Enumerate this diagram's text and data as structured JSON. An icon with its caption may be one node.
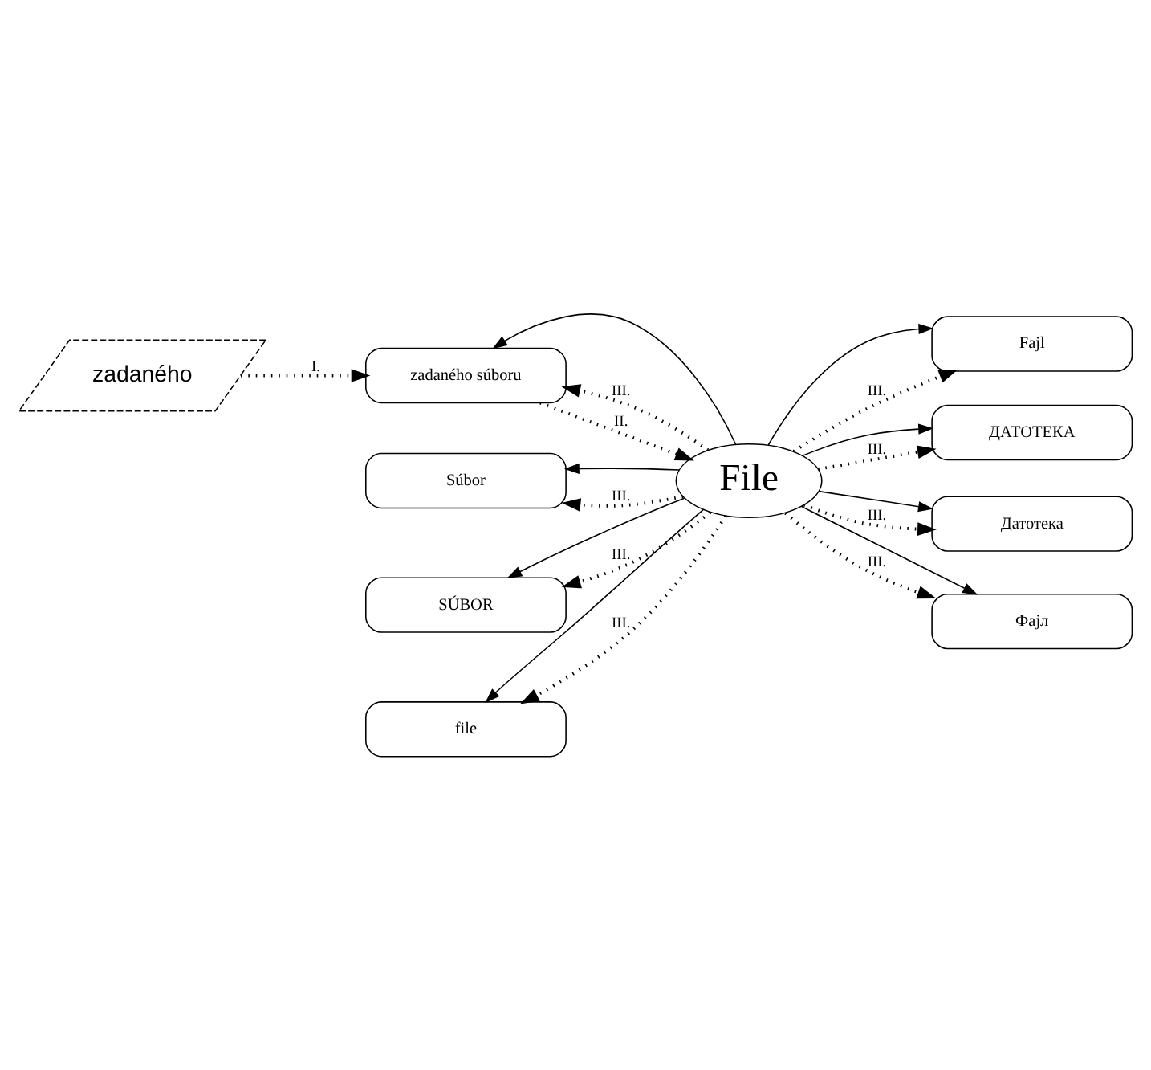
{
  "diagram": {
    "nodes": [
      {
        "text": [
          "zadaného"
        ]
      },
      {
        "text": [
          "File"
        ]
      },
      {
        "text": [
          "Súbor"
        ]
      },
      {
        "text": [
          "SÚBOR"
        ]
      },
      {
        "text": [
          "zadaného súboru"
        ]
      },
      {
        "text": [
          "file"
        ]
      },
      {
        "text": [
          "Fajl"
        ]
      },
      {
        "text": [
          "ДАТОТЕКА"
        ]
      },
      {
        "text": [
          "Датотека"
        ]
      },
      {
        "text": [
          "Фајл"
        ]
      }
    ],
    "edges": [
      {
        "from": 1,
        "to": 2,
        "arrow": "to"
      },
      {
        "from": 1,
        "to": 3,
        "arrow": "to"
      },
      {
        "from": 1,
        "to": 4,
        "arrow": "to"
      },
      {
        "from": 1,
        "to": 5,
        "arrow": "to"
      },
      {
        "from": 1,
        "to": 6,
        "arrow": "to"
      },
      {
        "from": 1,
        "to": 7,
        "arrow": "to"
      },
      {
        "from": 1,
        "to": 8,
        "arrow": "to"
      },
      {
        "from": 1,
        "to": 9,
        "arrow": "to"
      },
      {
        "from": 0,
        "to": 4,
        "arrow": "to",
        "label": "I.",
        "style": "dashed"
      },
      {
        "from": 4,
        "to": 1,
        "arrow": "to",
        "label": "II.",
        "style": "dashed"
      },
      {
        "from": 1,
        "to": 2,
        "arrow": "to",
        "label": "III.",
        "style": "dashed"
      },
      {
        "from": 1,
        "to": 3,
        "arrow": "to",
        "label": "III.",
        "style": "dashed"
      },
      {
        "from": 1,
        "to": 4,
        "arrow": "to",
        "label": "III.",
        "style": "dashed"
      },
      {
        "from": 1,
        "to": 5,
        "arrow": "to",
        "label": "III.",
        "style": "dashed"
      },
      {
        "from": 1,
        "to": 6,
        "arrow": "to",
        "label": "III.",
        "style": "dashed"
      },
      {
        "from": 1,
        "to": 7,
        "arrow": "to",
        "label": "III.",
        "style": "dashed"
      },
      {
        "from": 1,
        "to": 8,
        "arrow": "to",
        "label": "III.",
        "style": "dashed"
      },
      {
        "from": 1,
        "to": 9,
        "arrow": "to",
        "label": "III.",
        "style": "dashed"
      }
    ]
  }
}
